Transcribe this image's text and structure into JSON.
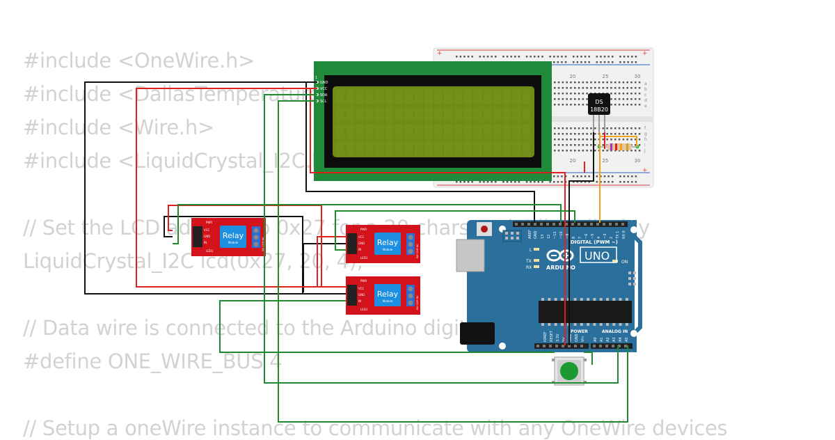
{
  "code_lines": [
    "#include <OneWire.h>",
    "#include <DallasTemperature.h>",
    "#include <Wire.h>",
    "#include <LiquidCrystal_I2C.h>",
    "",
    "// Set the LCD address to 0x27 for a 20 chars and 4 line display",
    "LiquidCrystal_I2C lcd(0x27, 20, 4);",
    "",
    "// Data wire is connected to the Arduino digital pin 4",
    "#define ONE_WIRE_BUS 4",
    "",
    "// Setup a oneWire instance to communicate with any OneWire devices"
  ],
  "lcd": {
    "pins": [
      "GND",
      "VCC",
      "SDA",
      "SCL"
    ],
    "pin_one": "1"
  },
  "relay": {
    "label": "Relay",
    "sublabel": "Module",
    "pins": [
      "VCC",
      "GND",
      "IN"
    ],
    "pwr": "PWR",
    "led": "LED1",
    "terminal": "NO COM NC"
  },
  "breadboard": {
    "col_labels": [
      "20",
      "25",
      "30"
    ],
    "row_labels": [
      "a",
      "b",
      "c",
      "d",
      "e",
      "f",
      "g",
      "h",
      "i",
      "j"
    ]
  },
  "sensor": {
    "line1": "DS",
    "line2": "18B20"
  },
  "arduino": {
    "brand": "ARDUINO",
    "model": "UNO",
    "digital_label": "DIGITAL (PWM ~)",
    "on_label": "ON",
    "l_label": "L",
    "tx_label": "TX",
    "rx_label": "RX",
    "aref": "AREF",
    "gnd": "GND",
    "digital_pins": [
      "13",
      "12",
      "~11",
      "~10",
      "~9",
      "8",
      "7",
      "~6",
      "~5",
      "4",
      "~3",
      "2",
      "TX 1",
      "RX 0"
    ],
    "power_label": "POWER",
    "analog_label": "ANALOG IN",
    "power_pins": [
      "IOREF",
      "RESET",
      "3.3V",
      "5V",
      "GND",
      "GND",
      "Vin"
    ],
    "analog_pins": [
      "A0",
      "A1",
      "A2",
      "A3",
      "A4",
      "A5"
    ]
  },
  "colors": {
    "wire_black": "#111111",
    "wire_red": "#e01f1f",
    "wire_green": "#1e8a2e",
    "wire_orange": "#f2a21c",
    "arduino_board": "#2b6f9c",
    "relay_board": "#d3121b",
    "relay_block": "#1d8fe0",
    "lcd_pcb": "#1f8a3a",
    "lcd_screen": "#6f8a15",
    "button": "#1b9a32",
    "code_text": "#d2d2d2"
  }
}
